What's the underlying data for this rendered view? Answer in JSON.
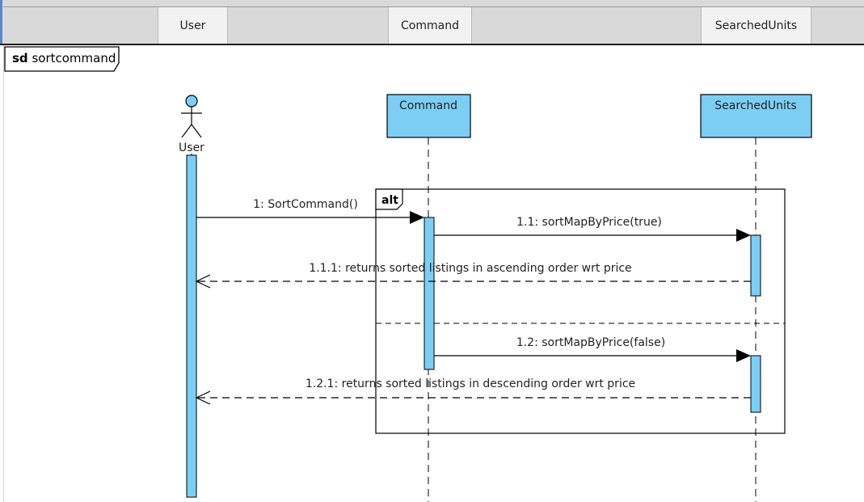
{
  "header": {
    "tabs": [
      {
        "label": "User"
      },
      {
        "label": "Command"
      },
      {
        "label": "SearchedUnits"
      }
    ]
  },
  "frame": {
    "keyword": "sd",
    "name": "sortcommand"
  },
  "lifelines": [
    {
      "name": "User",
      "kind": "actor"
    },
    {
      "name": "Command",
      "kind": "object"
    },
    {
      "name": "SearchedUnits",
      "kind": "object"
    }
  ],
  "fragment": {
    "operator": "alt"
  },
  "messages": [
    {
      "label": "1: SortCommand()",
      "from": "User",
      "to": "Command",
      "style": "sync"
    },
    {
      "label": "1.1: sortMapByPrice(true)",
      "from": "Command",
      "to": "SearchedUnits",
      "style": "sync"
    },
    {
      "label": "1.1.1: returns sorted listings in ascending order wrt price",
      "from": "SearchedUnits",
      "to": "User",
      "style": "return"
    },
    {
      "label": "1.2: sortMapByPrice(false)",
      "from": "Command",
      "to": "SearchedUnits",
      "style": "sync"
    },
    {
      "label": "1.2.1: returns sorted listings in descending order wrt price",
      "from": "SearchedUnits",
      "to": "User",
      "style": "return"
    }
  ],
  "colors": {
    "object_fill": "#7dcef4",
    "line": "#000000",
    "header_bg": "#d9d9d9",
    "header_box": "#f2f2f2"
  }
}
